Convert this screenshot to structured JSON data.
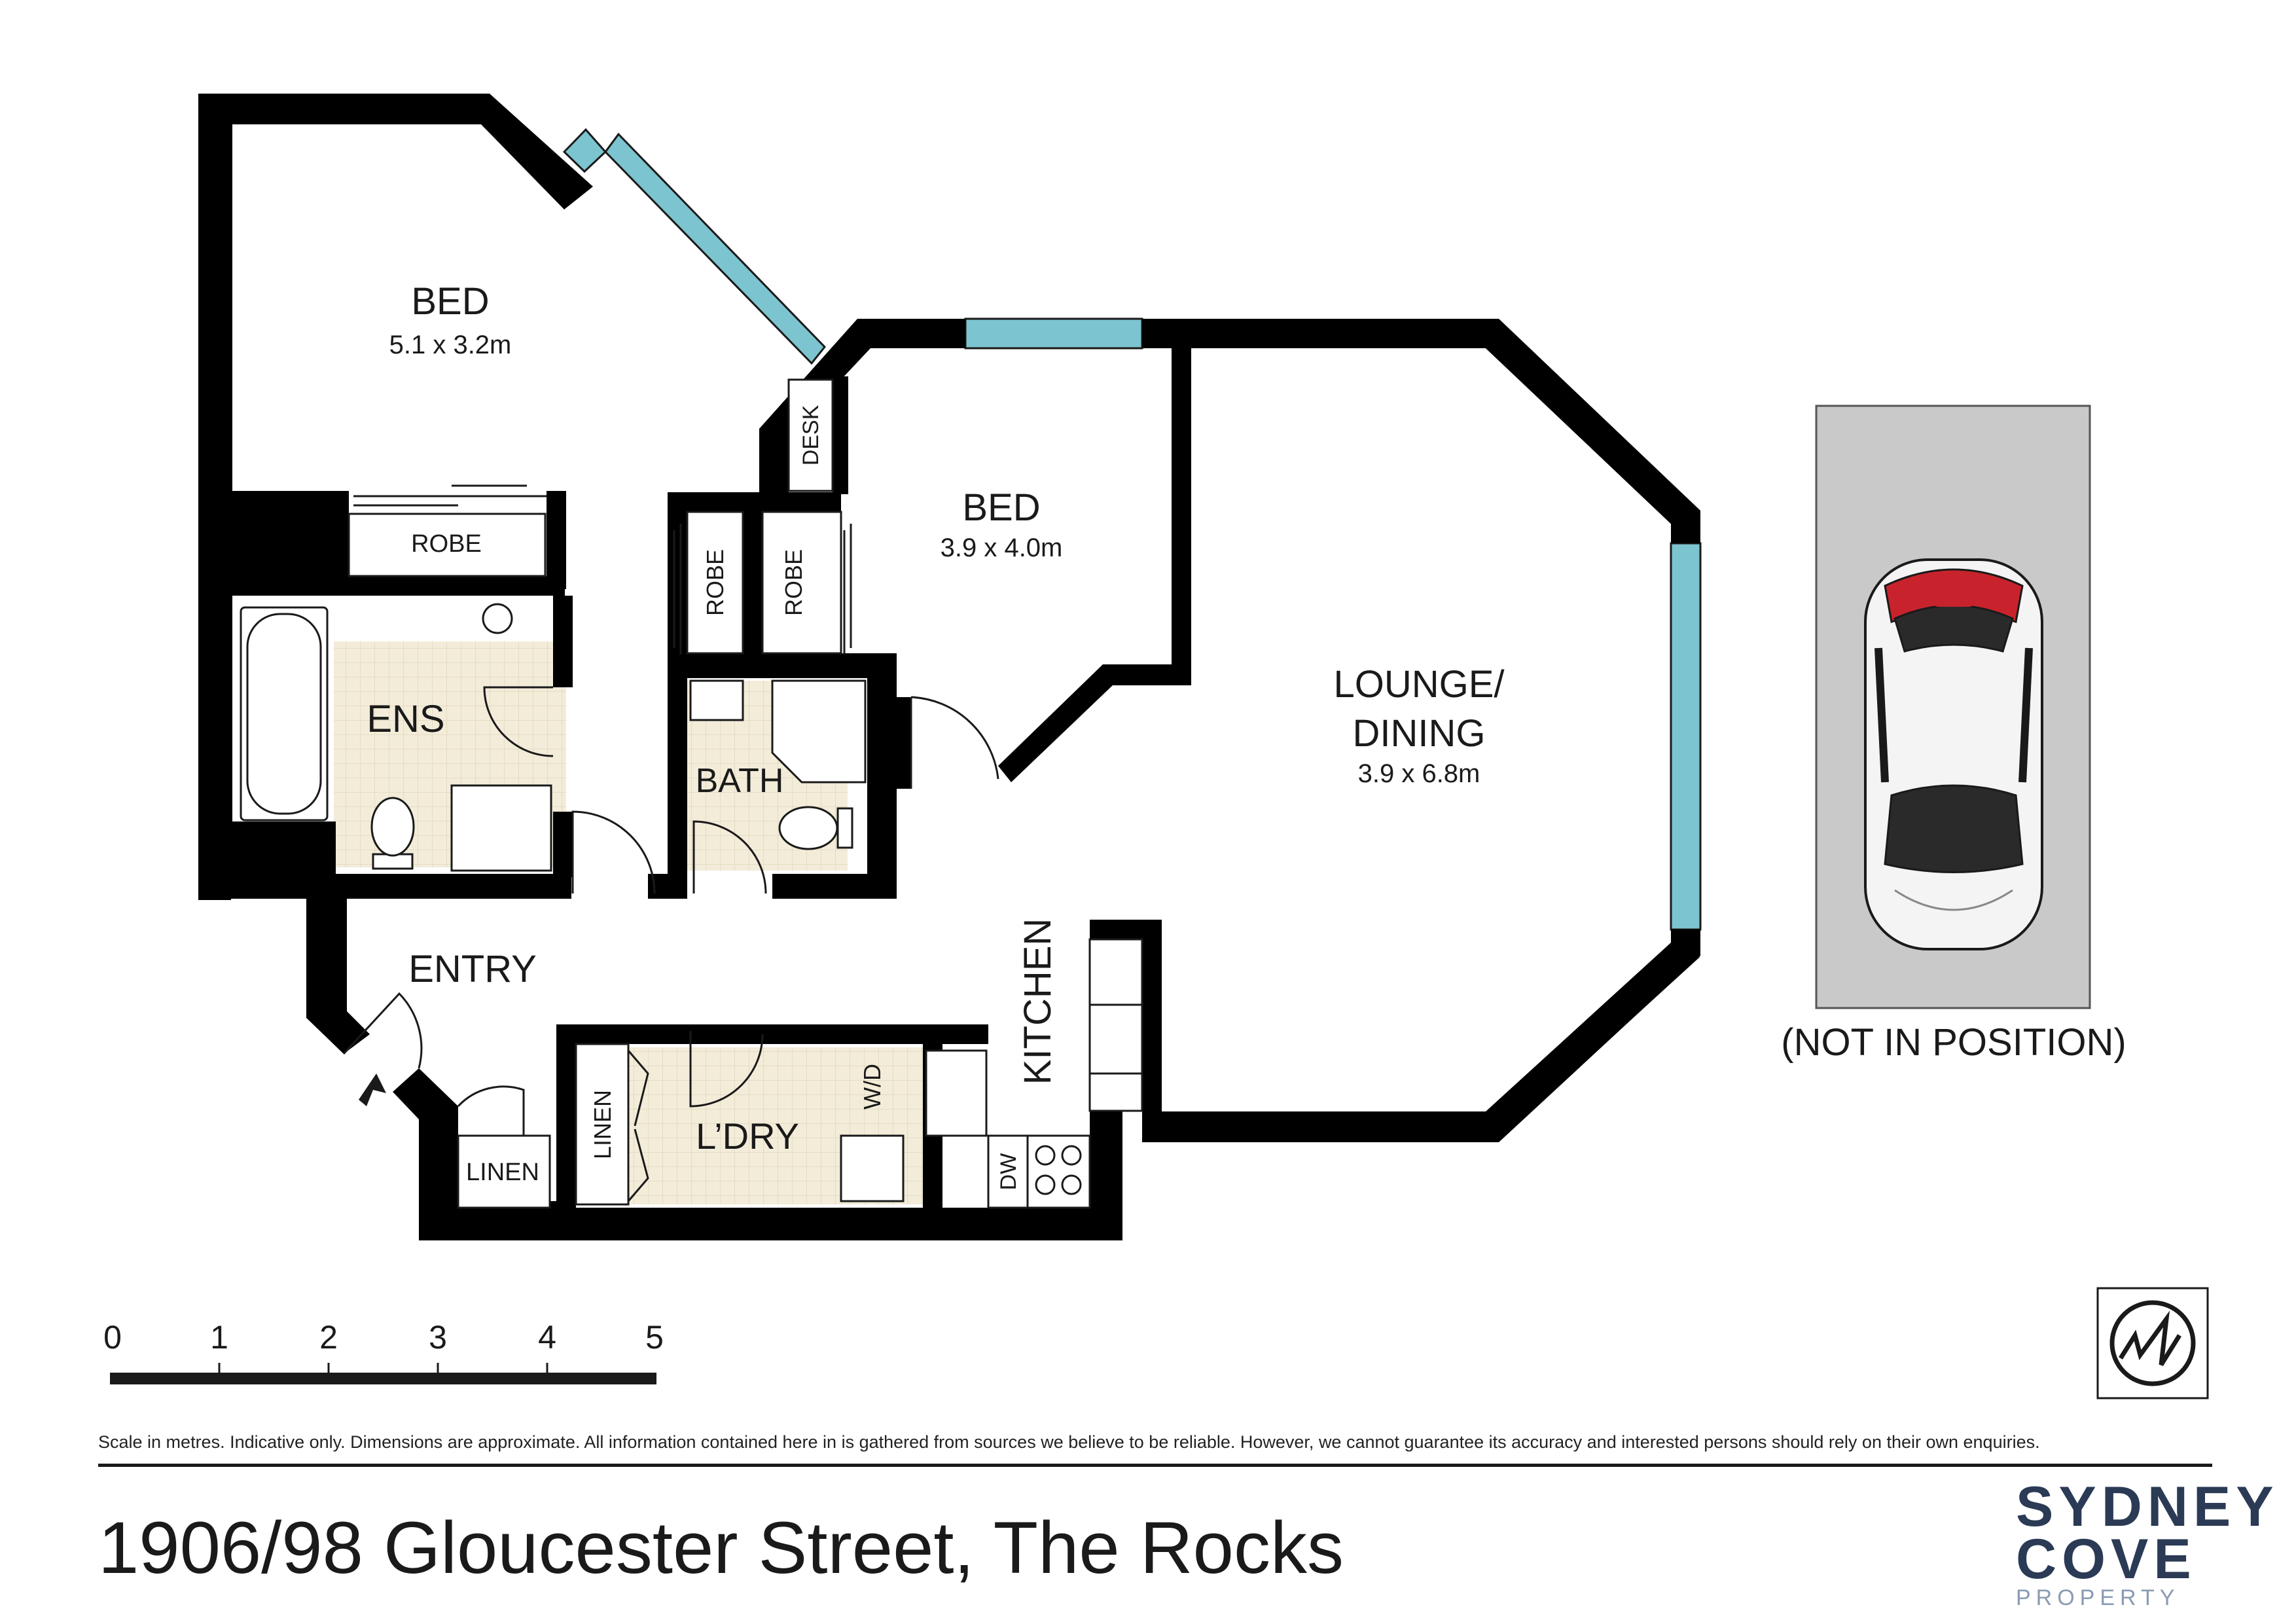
{
  "rooms": {
    "bed1": {
      "name": "BED",
      "dims": "5.1 x 3.2m"
    },
    "bed2": {
      "name": "BED",
      "dims": "3.9 x 4.0m"
    },
    "lounge": {
      "name_line1": "LOUNGE/",
      "name_line2": "DINING",
      "dims": "3.9 x 6.8m"
    },
    "ens": {
      "name": "ENS"
    },
    "bath": {
      "name": "BATH"
    },
    "entry": {
      "name": "ENTRY"
    },
    "laundry": {
      "name": "L’DRY"
    },
    "kitchen": {
      "name": "KITCHEN"
    }
  },
  "fixtures": {
    "robe": "ROBE",
    "desk": "DESK",
    "linen": "LINEN",
    "wd": "W/D",
    "dw": "DW"
  },
  "parking": {
    "note": "(NOT IN POSITION)"
  },
  "scale": {
    "ticks": [
      "0",
      "1",
      "2",
      "3",
      "4",
      "5"
    ]
  },
  "disclaimer": "Scale in metres. Indicative only. Dimensions are approximate. All information contained here in is gathered from sources we believe to be reliable. However, we cannot guarantee its accuracy and interested persons should rely on their own enquiries.",
  "address": "1906/98 Gloucester Street, The Rocks",
  "brand": {
    "line1": "SYDNEY",
    "line2": "COVE",
    "line3": "PROPERTY"
  },
  "colors": {
    "wall": "#000000",
    "glass": "#7cc4cf",
    "tile": "#f3ecd9",
    "parking": "#c9c9c9",
    "brand": "#2b3a55",
    "brand_light": "#8a9bb3",
    "car_accent": "#c8232c"
  }
}
